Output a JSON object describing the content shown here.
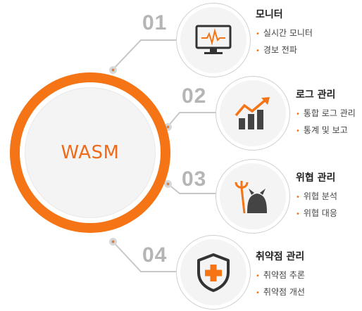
{
  "center": {
    "label": "WASM"
  },
  "colors": {
    "accent": "#f47416",
    "number": "#b5b5b5",
    "line": "#c8c8c8"
  },
  "steps": [
    {
      "number": "01",
      "icon": "monitor-icon",
      "title": "모니터",
      "items": [
        "실시간 모니터",
        "경보 전파"
      ]
    },
    {
      "number": "02",
      "icon": "chart-icon",
      "title": "로그 관리",
      "items": [
        "통합 로그 관리",
        "통계 및 보고"
      ]
    },
    {
      "number": "03",
      "icon": "devil-icon",
      "title": "위협 관리",
      "items": [
        "위협 분석",
        "위협 대응"
      ]
    },
    {
      "number": "04",
      "icon": "shield-icon",
      "title": "취약점 관리",
      "items": [
        "취약점 추론",
        "취약점 개선"
      ]
    }
  ]
}
